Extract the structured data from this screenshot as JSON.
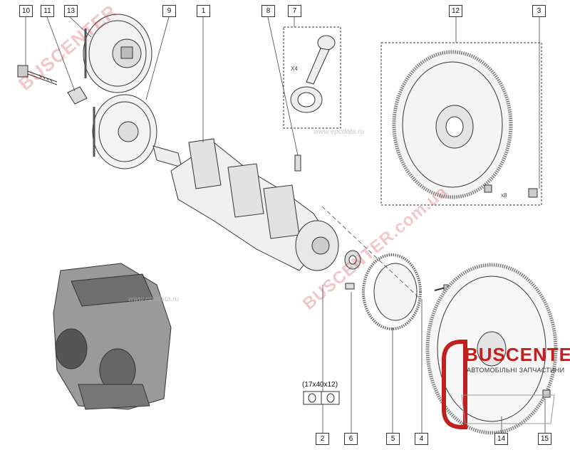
{
  "callouts": [
    "10",
    "11",
    "13",
    "9",
    "1",
    "8",
    "7",
    "12",
    "3",
    "2",
    "6",
    "5",
    "4",
    "14",
    "15"
  ],
  "quantities": {
    "rod_qty": "X4",
    "bolt_qty": "x8"
  },
  "dimension": "(17x40x12)",
  "logo": {
    "title": "BUSCENTER",
    "subtitle": "АВТОМОБІЛЬНІ ЗАПЧАСТИНИ"
  },
  "watermarks": {
    "large": "BUSCENTER",
    "domain": "BUSCENTER.com.ua",
    "site": "www.epcdata.ru",
    "site_short": "www.epcdata.ru"
  },
  "colors": {
    "line": "#333333",
    "watermark": "#d23a3a",
    "brand": "#c02020"
  }
}
